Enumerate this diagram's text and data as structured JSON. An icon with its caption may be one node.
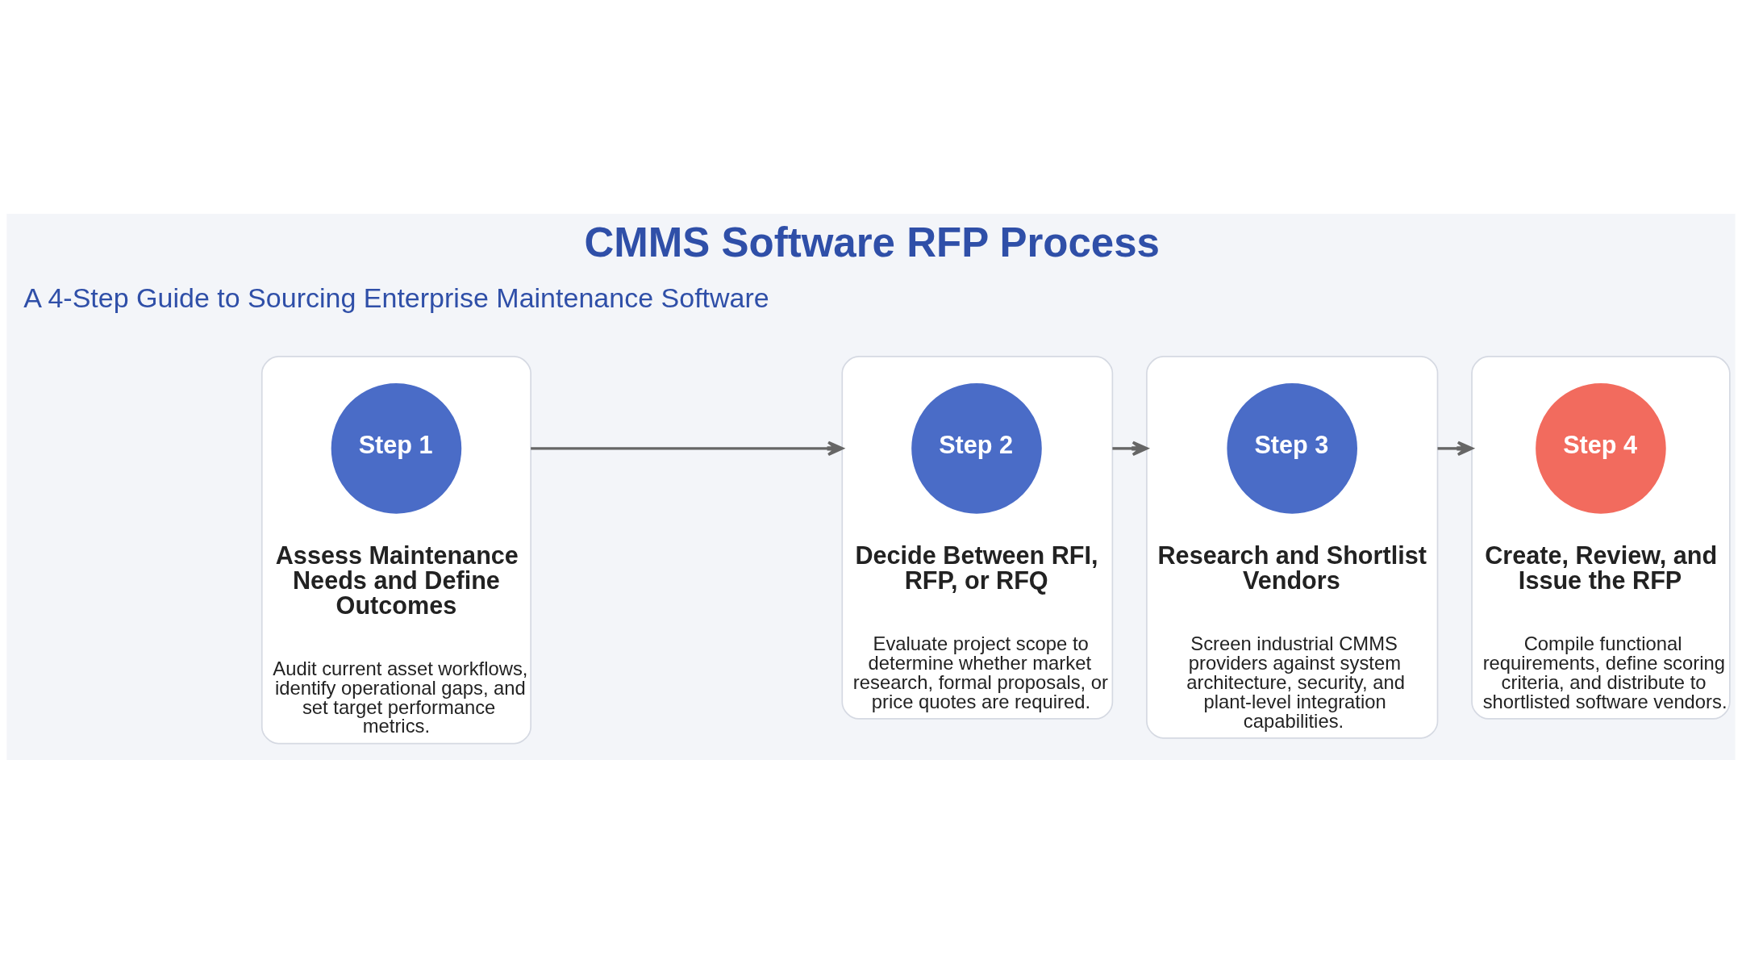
{
  "diagram": {
    "title": "CMMS Software RFP Process",
    "nodes": [
      {
        "text": [
          "Assess Maintenance Needs and Define Outcomes",
          "Audit current asset workflows, identify operational gaps, and set target performance metrics."
        ]
      },
      {
        "text": [
          "Step 1"
        ],
        "in": 0
      },
      {
        "text": [
          "Decide Between RFI, RFP, or RFQ",
          "Evaluate project scope to determine whether market research, formal proposals, or price quotes are required."
        ]
      },
      {
        "text": [
          "Step 2"
        ],
        "in": 2
      },
      {
        "text": [
          "Research and Shortlist Vendors",
          "Screen industrial CMMS providers against system architecture, security, and plant-level integration capabilities."
        ]
      },
      {
        "text": [
          "Step 3"
        ],
        "in": 4
      },
      {
        "text": [
          "Create, Review, and Issue the RFP",
          "Compile functional requirements, define scoring criteria, and distribute to shortlisted software vendors."
        ]
      },
      {
        "text": [
          "Step 4"
        ],
        "in": 6
      }
    ],
    "edges": [
      {
        "from": 0,
        "to": 2,
        "arrow": "to"
      },
      {
        "from": 2,
        "to": 4,
        "arrow": "to"
      },
      {
        "from": 4,
        "to": 6,
        "arrow": "to"
      }
    ],
    "labels": [
      "A 4-Step Guide to Sourcing Enterprise Maintenance Software"
    ]
  }
}
